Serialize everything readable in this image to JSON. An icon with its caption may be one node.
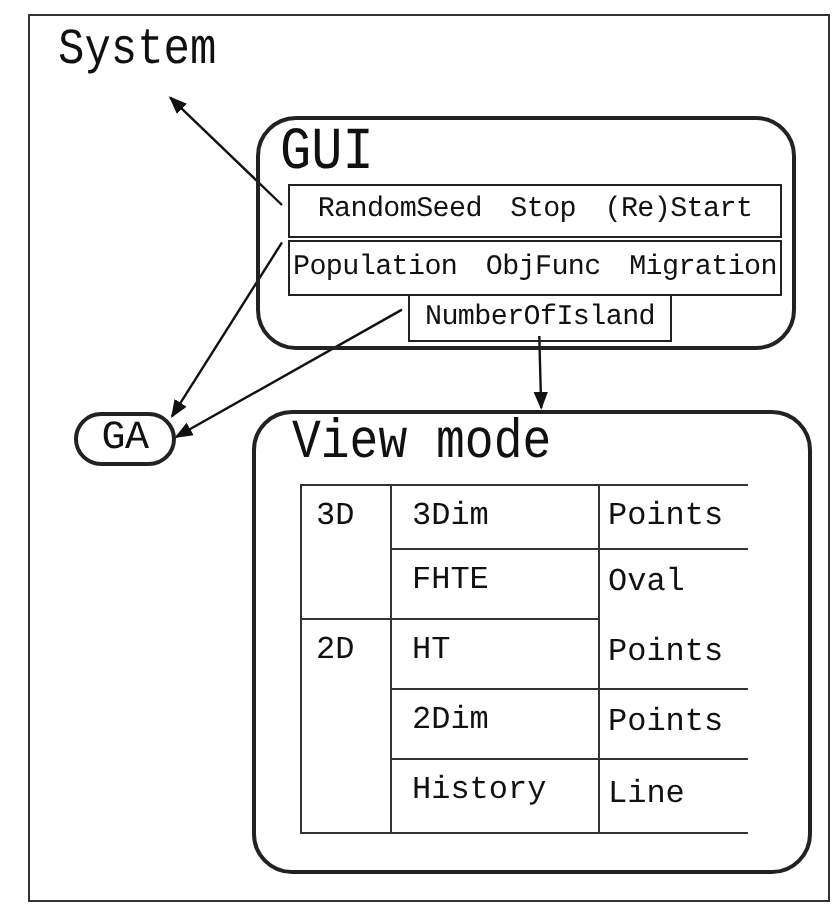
{
  "diagram": {
    "nodes": [
      {
        "text": [
          "System"
        ]
      },
      {
        "text": [
          "GUI"
        ],
        "in": 0
      },
      {
        "text": [
          "RandomSeed Stop (Re)Start"
        ],
        "in": 1
      },
      {
        "text": [
          "Population ObjFunc Migration"
        ],
        "in": 1
      },
      {
        "text": [
          "NumberOfIsland"
        ],
        "in": 1
      },
      {
        "text": [
          "GA"
        ],
        "in": 0
      },
      {
        "text": [
          "View mode"
        ],
        "in": 0
      }
    ],
    "edges": [
      {
        "from": 2,
        "to": 0,
        "arrow": "to"
      },
      {
        "from": 3,
        "to": 5,
        "arrow": "to"
      },
      {
        "from": 4,
        "to": 5,
        "arrow": "to"
      },
      {
        "from": 4,
        "to": 6,
        "arrow": "to"
      }
    ],
    "labels": [
      "3D",
      "3Dim",
      "Points",
      "FHTE",
      "Oval",
      "2D",
      "HT",
      "Points",
      "2Dim",
      "Points",
      "History",
      "Line"
    ]
  }
}
